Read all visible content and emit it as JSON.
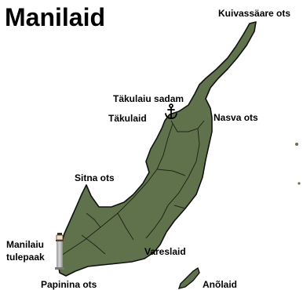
{
  "map": {
    "title": "Manilaid",
    "colors": {
      "land": "#60724c",
      "coast": "#111111",
      "roads": "#1f2619",
      "background": "#ffffff"
    },
    "labels": {
      "kuivassaare_ots": "Kuivassäare ots",
      "takulaiu_sadam": "Täkulaiu sadam",
      "takulaid": "Täkulaid",
      "nasva_ots": "Nasva ots",
      "sitna_ots": "Sitna ots",
      "manilaiu": "Manilaiu",
      "tulepaak": "tulepaak",
      "vareslaid": "Vareslaid",
      "papinina_ots": "Papinina ots",
      "anolaid": "Anõlaid"
    },
    "icons": {
      "harbour": "anchor-icon",
      "lighthouse": "lighthouse-icon"
    }
  }
}
